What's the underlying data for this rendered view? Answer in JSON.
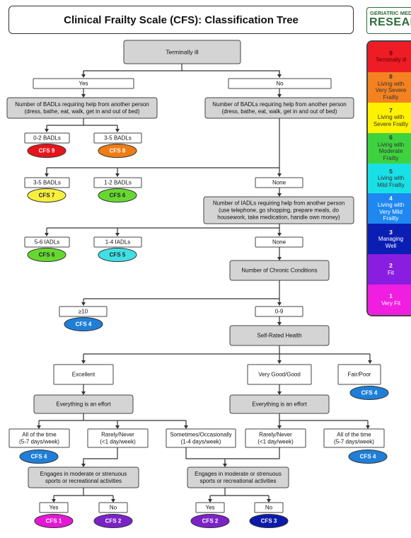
{
  "title": "Clinical Frailty Scale (CFS): Classification Tree",
  "logo": {
    "line1": "GERIATRIC MEDICINE",
    "line2": "RESEARCH"
  },
  "colors": {
    "cfs9": "#e8141b",
    "cfs8": "#f07c16",
    "cfs7": "#f6ef3b",
    "cfs6": "#66d930",
    "cfs5": "#3fe0e5",
    "cfs4": "#1f7fd8",
    "cfs3": "#0b1aa8",
    "cfs2": "#7b22c9",
    "cfs1": "#e516d4",
    "grey_box": "#d4d4d4"
  },
  "scale_levels": [
    {
      "num": "9",
      "text": "Terminally ill",
      "color": "#ee1c24"
    },
    {
      "num": "8",
      "text": "Living with\nVery Severe\nFrailty",
      "color": "#f58220"
    },
    {
      "num": "7",
      "text": "Living with\nSevere Frailty",
      "color": "#fff200"
    },
    {
      "num": "6",
      "text": "Living with\nModerate\nFrailty",
      "color": "#3fd23f"
    },
    {
      "num": "5",
      "text": "Living with\nMild Frailty",
      "color": "#19e0e6"
    },
    {
      "num": "4",
      "text": "Living with\nVery Mild\nFrailty",
      "color": "#1e88f0"
    },
    {
      "num": "3",
      "text": "Managing\nWell",
      "color": "#0a1eb4"
    },
    {
      "num": "2",
      "text": "Fit",
      "color": "#8a1ee0"
    },
    {
      "num": "1",
      "text": "Very Fit",
      "color": "#f01ee0"
    }
  ],
  "tree": {
    "terminally_ill": "Terminally ill",
    "yes": "Yes",
    "no": "No",
    "badl_q_line1": "Number of BADLs requiring help from another person",
    "badl_q_line2": "(dress, bathe, eat, walk, get in and out of bed)",
    "badl_0_2": "0-2 BADLs",
    "badl_3_5": "3-5 BADLs",
    "badl_1_2": "1-2 BADLs",
    "none": "None",
    "iadl_q_lines": [
      "Number of IADLs requiring help from another person",
      "(use telephone, go shopping, prepare meals, do",
      "housework, take medication, handle own money)"
    ],
    "iadl_5_6": "5-6 IADLs",
    "iadl_1_4": "1-4 IADLs",
    "chronic_q": "Number of Chronic Conditions",
    "ge10": "≥10",
    "zero_nine": "0-9",
    "self_rated": "Self-Rated Health",
    "excellent": "Excellent",
    "very_good": "Very Good/Good",
    "fair_poor": "Fair/Poor",
    "effort": "Everything is an effort",
    "all_time_1": "All of the time",
    "all_time_2": "(5-7 days/week)",
    "rarely_1": "Rarely/Never",
    "rarely_2": "(<1 day/week)",
    "sometimes_1": "Sometimes/Occasionally",
    "sometimes_2": "(1-4 days/week)",
    "sports_1": "Engages in moderate or strenuous",
    "sports_2": "sports or recreational activities",
    "cfs9": "CFS 9",
    "cfs8": "CFS 8",
    "cfs7": "CFS 7",
    "cfs6": "CFS 6",
    "cfs5": "CFS 5",
    "cfs4": "CFS 4",
    "cfs3": "CFS 3",
    "cfs2": "CFS 2",
    "cfs1": "CFS 1"
  }
}
